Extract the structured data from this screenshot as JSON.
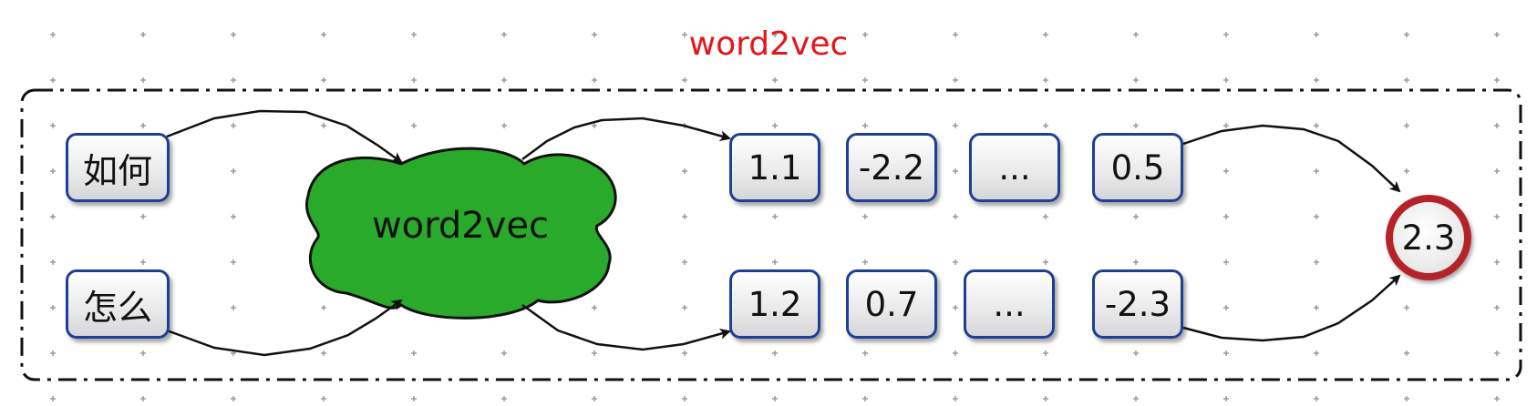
{
  "title": "word2vec",
  "inputs": [
    "如何",
    "怎么"
  ],
  "model": {
    "label": "word2vec",
    "fill": "#2aaa2a"
  },
  "vector_row_1": [
    "1.1",
    "-2.2",
    "...",
    "0.5"
  ],
  "vector_row_2": [
    "1.2",
    "0.7",
    "...",
    "-2.3"
  ],
  "result": "2.3",
  "colors": {
    "title": "#e8141b",
    "node_border": "#1f3f95",
    "result_border": "#b4232a"
  }
}
